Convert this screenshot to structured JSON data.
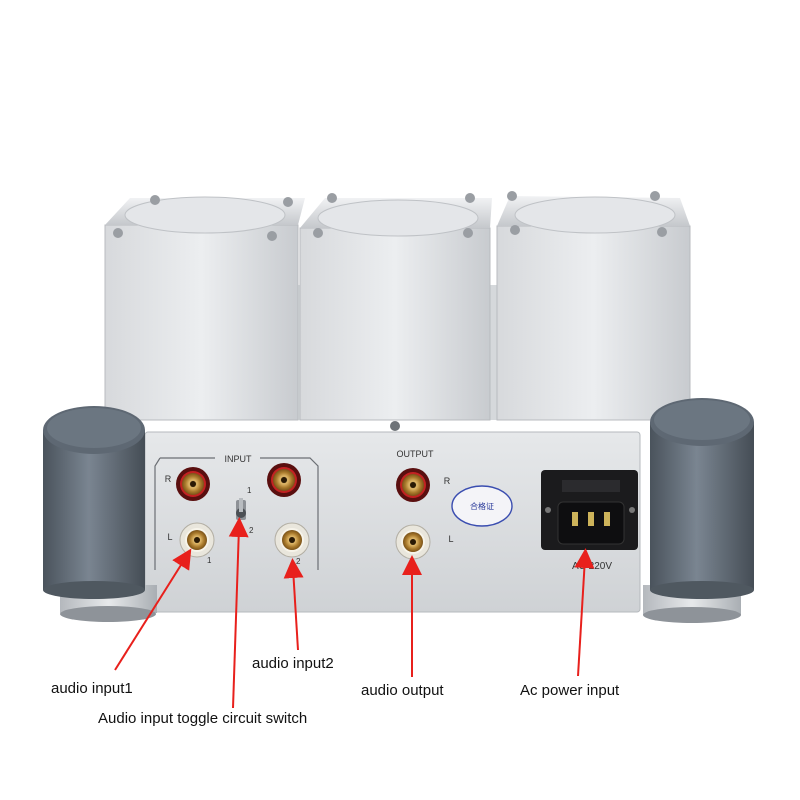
{
  "panel": {
    "input_label": "INPUT",
    "output_label": "OUTPUT",
    "channel_r": "R",
    "channel_l": "L",
    "switch_pos_1": "1",
    "switch_pos_2": "2",
    "input1_mark": "1",
    "input2_mark": "2",
    "ac_label": "AC 220V",
    "sticker_text": "合格证"
  },
  "annotations": {
    "audio_input1": "audio input1",
    "audio_input2": "audio input2",
    "audio_output": "audio output",
    "ac_power_input": "Ac power input",
    "toggle_switch": "Audio input toggle circuit switch"
  },
  "colors": {
    "arrow": "#e8201c",
    "chassis": "#c9ccd0",
    "knob_dark": "#5d6772",
    "gold": "#c99a4a"
  }
}
